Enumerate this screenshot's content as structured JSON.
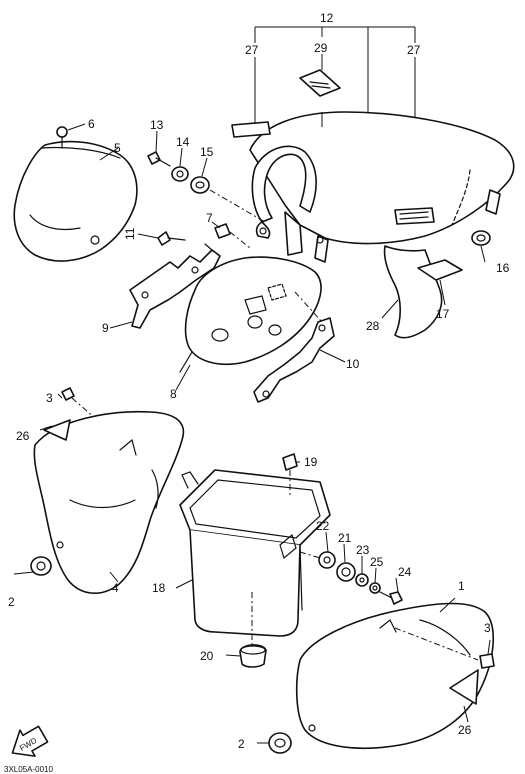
{
  "callouts": {
    "c1": "1",
    "c2a": "2",
    "c2b": "2",
    "c3a": "3",
    "c3b": "3",
    "c4": "4",
    "c5": "5",
    "c6": "6",
    "c7": "7",
    "c8": "8",
    "c9": "9",
    "c10": "10",
    "c11": "11",
    "c12": "12",
    "c13": "13",
    "c14": "14",
    "c15": "15",
    "c16": "16",
    "c17": "17",
    "c18": "18",
    "c19": "19",
    "c20": "20",
    "c21": "21",
    "c22": "22",
    "c23": "23",
    "c24": "24",
    "c25": "25",
    "c26a": "26",
    "c26b": "26",
    "c27a": "27",
    "c27b": "27",
    "c28": "28",
    "c29": "29"
  },
  "front_marker": "FWD",
  "drawing_code": "3XL05A-0010"
}
